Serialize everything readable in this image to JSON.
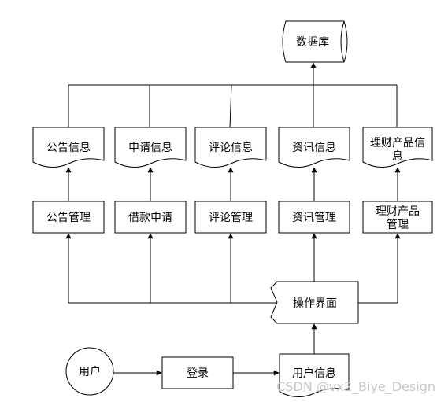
{
  "database": "数据库",
  "info_docs": [
    "公告信息",
    "申请信息",
    "评论信息",
    "资讯信息",
    "理财产品信息"
  ],
  "managers": [
    "公告管理",
    "借款申请",
    "评论管理",
    "资讯管理",
    "理财产品管理"
  ],
  "interface": "操作界面",
  "user": "用户",
  "login": "登录",
  "user_info": "用户信息",
  "watermark": "CSDN @vx2_Biye_Design"
}
